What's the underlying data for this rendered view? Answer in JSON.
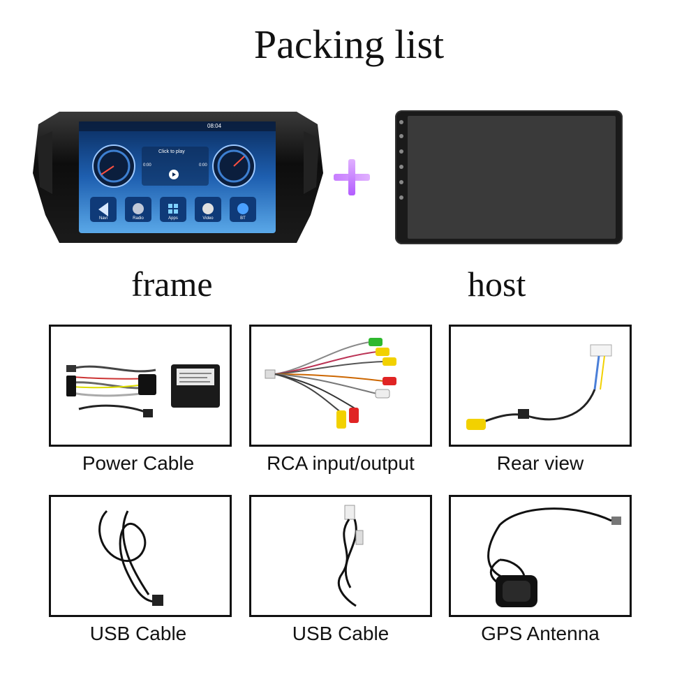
{
  "page": {
    "title": "Packing list",
    "frame_label": "frame",
    "host_label": "host"
  },
  "frame_screen": {
    "time": "08:04",
    "media_text": "Click to play",
    "time_start": "0:00",
    "time_end": "0:00",
    "apps": [
      {
        "label": "Navi",
        "icon": "navigation-arrow-icon"
      },
      {
        "label": "Radio",
        "icon": "radio-icon"
      },
      {
        "label": "Apps",
        "icon": "apps-grid-icon"
      },
      {
        "label": "Video",
        "icon": "video-reel-icon"
      },
      {
        "label": "BT",
        "icon": "bluetooth-icon"
      }
    ]
  },
  "accessories": [
    {
      "label": "Power Cable"
    },
    {
      "label": "RCA input/output"
    },
    {
      "label": "Rear view"
    },
    {
      "label": "USB Cable"
    },
    {
      "label": "USB Cable"
    },
    {
      "label": "GPS Antenna"
    }
  ],
  "colors": {
    "accent_plus": "#c77dff",
    "screen_blue": "#1e5fb0",
    "rca_yellow": "#f2d100",
    "rca_red": "#e02424",
    "rca_green": "#2eb82e"
  }
}
